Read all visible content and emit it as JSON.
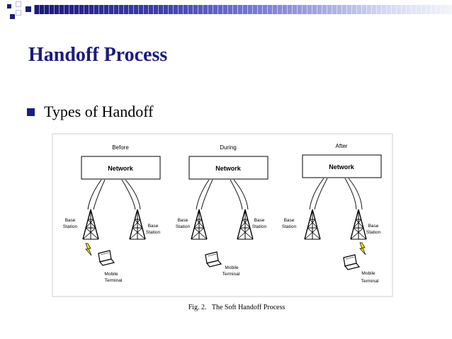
{
  "slide": {
    "title": "Handoff Process",
    "bullet": "Types of Handoff"
  },
  "figure": {
    "caption": "Fig. 2.   The Soft Handoff Process",
    "panels": [
      {
        "heading": "Before",
        "network_label": "Network"
      },
      {
        "heading": "During",
        "network_label": "Network"
      },
      {
        "heading": "After",
        "network_label": "Network"
      }
    ],
    "base_station_label": [
      "Base",
      "Station"
    ],
    "mobile_terminal_label": [
      "Mobile",
      "Terminal"
    ]
  },
  "colors": {
    "title": "#1c1c7a",
    "accent_dark": "#1c1c7a"
  }
}
